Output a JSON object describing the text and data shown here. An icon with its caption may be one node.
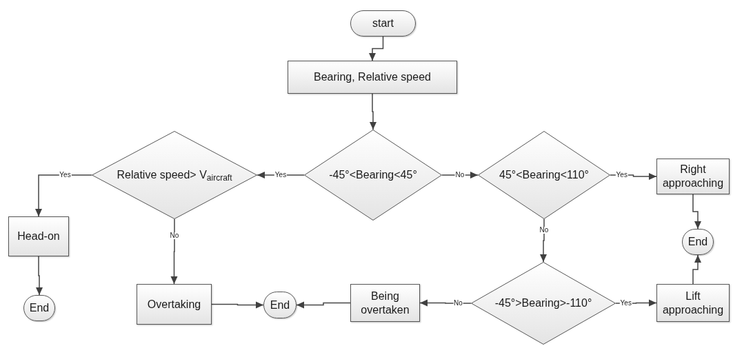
{
  "diagram": {
    "nodes": [
      {
        "text": [
          "start"
        ]
      },
      {
        "text": [
          "Bearing, Relative speed"
        ]
      },
      {
        "text": [
          "-45°<Bearing<45°"
        ]
      },
      {
        "text": [
          "Relative speed> V$_{aircraft}$"
        ]
      },
      {
        "text": [
          "45°<Bearing<110°"
        ]
      },
      {
        "text": [
          "Right approaching"
        ]
      },
      {
        "text": [
          "End"
        ]
      },
      {
        "text": [
          "Head-on"
        ]
      },
      {
        "text": [
          "End"
        ]
      },
      {
        "text": [
          "Overtaking"
        ]
      },
      {
        "text": [
          "End"
        ]
      },
      {
        "text": [
          "Being overtaken"
        ]
      },
      {
        "text": [
          "-45°>Bearing>-110°"
        ]
      },
      {
        "text": [
          "Lift approaching"
        ]
      }
    ],
    "edges": [
      {
        "from": 0,
        "to": 1,
        "arrow": "to"
      },
      {
        "from": 1,
        "to": 2,
        "arrow": "to"
      },
      {
        "from": 2,
        "to": 3,
        "arrow": "to",
        "label": "Yes"
      },
      {
        "from": 2,
        "to": 4,
        "arrow": "to",
        "label": "No"
      },
      {
        "from": 4,
        "to": 5,
        "arrow": "to",
        "label": "Yes"
      },
      {
        "from": 4,
        "to": 12,
        "arrow": "to",
        "label": "No"
      },
      {
        "from": 5,
        "to": 6,
        "arrow": "to"
      },
      {
        "from": 13,
        "to": 6,
        "arrow": "to"
      },
      {
        "from": 3,
        "to": 7,
        "arrow": "to",
        "label": "Yes"
      },
      {
        "from": 7,
        "to": 8,
        "arrow": "to"
      },
      {
        "from": 3,
        "to": 9,
        "arrow": "to",
        "label": "No"
      },
      {
        "from": 9,
        "to": 10,
        "arrow": "to"
      },
      {
        "from": 11,
        "to": 10,
        "arrow": "to"
      },
      {
        "from": 12,
        "to": 11,
        "arrow": "to",
        "label": "No"
      },
      {
        "from": 12,
        "to": 13,
        "arrow": "to",
        "label": "Yes"
      }
    ]
  }
}
